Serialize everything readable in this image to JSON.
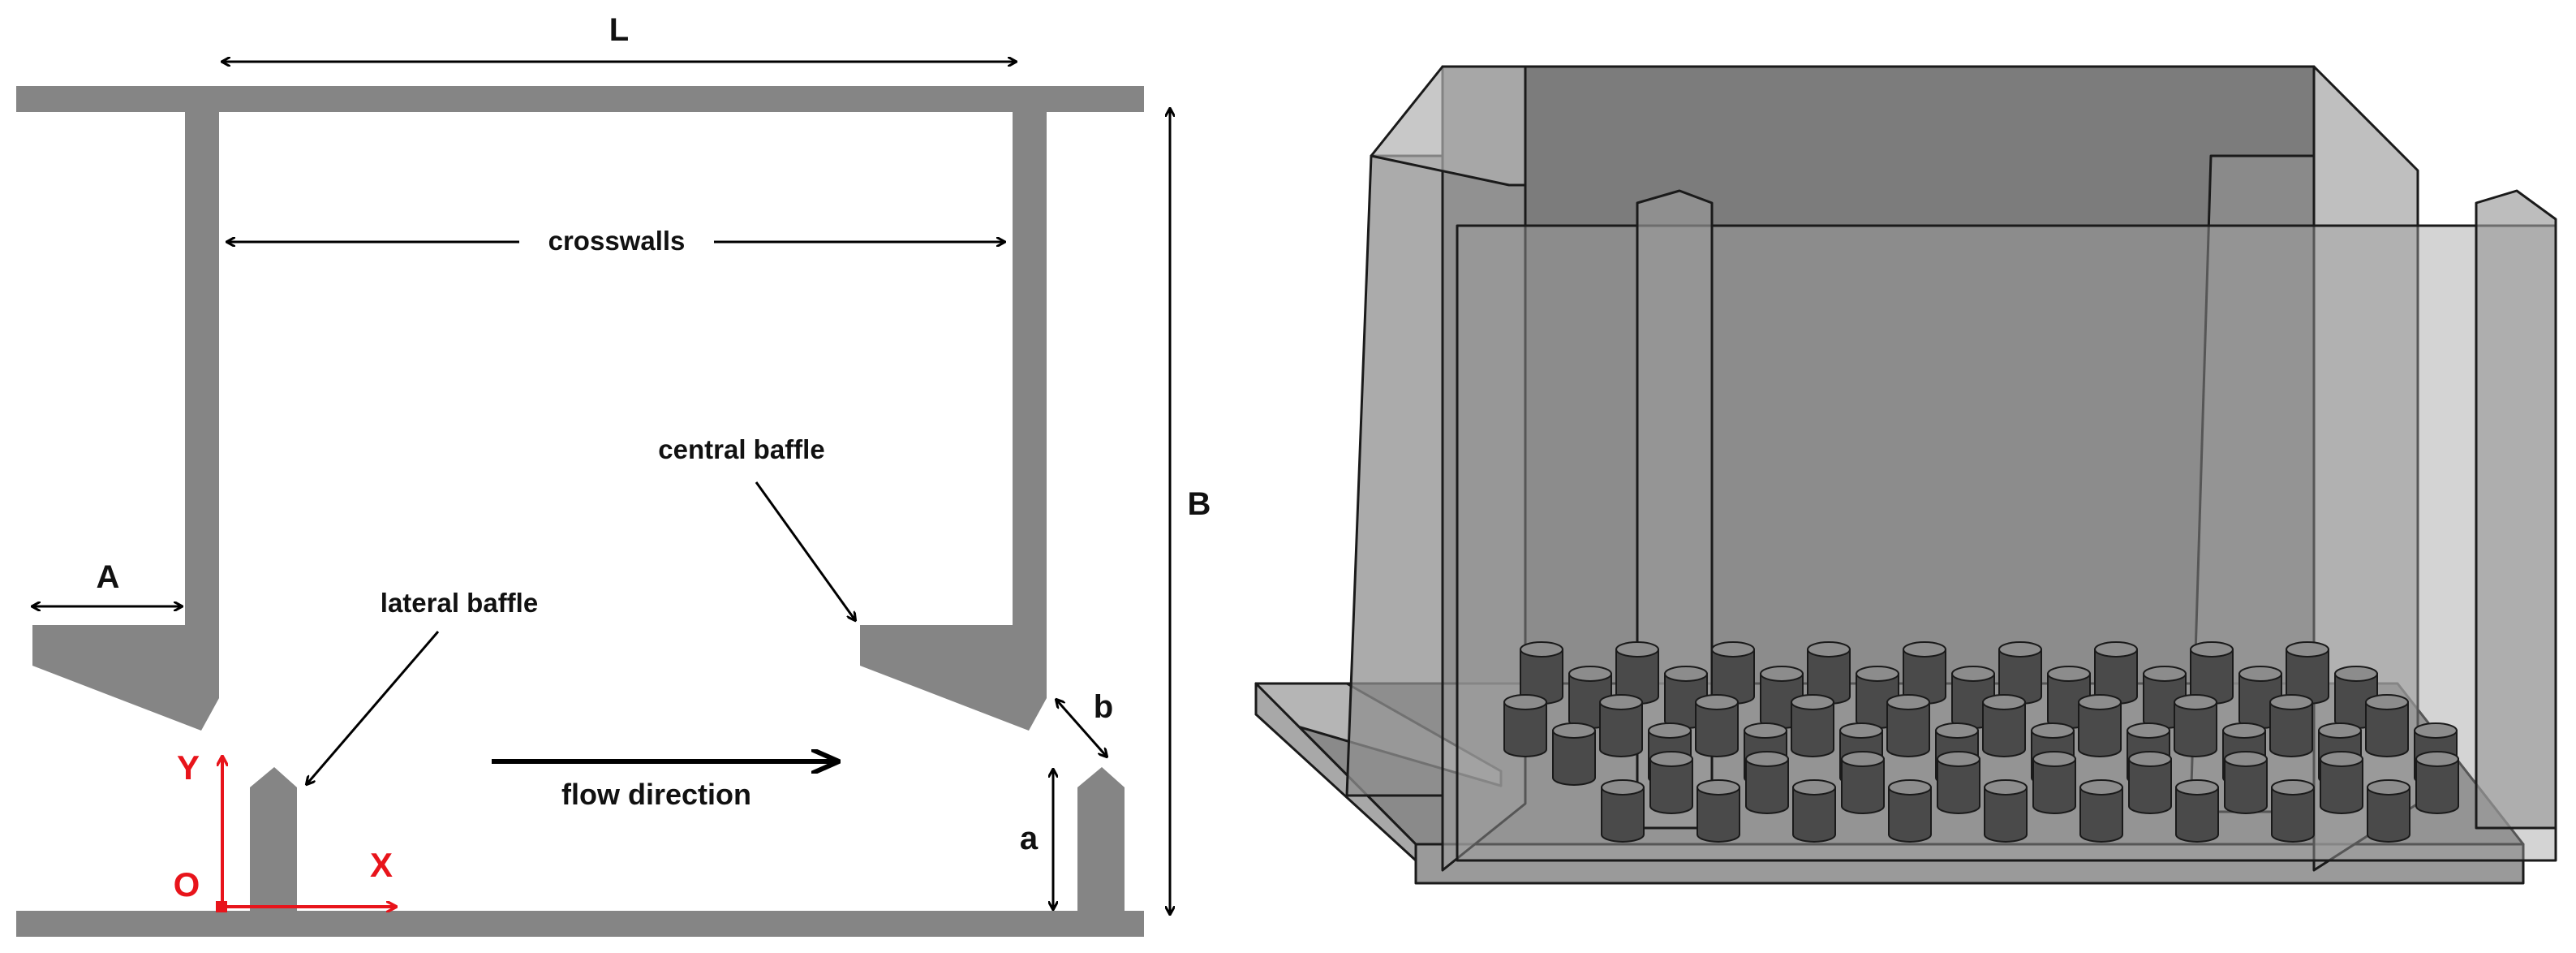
{
  "left_panel": {
    "dimension_labels": {
      "L": "L",
      "B": "B",
      "A": "A",
      "a": "a",
      "b": "b"
    },
    "annotations": {
      "crosswalls": "crosswalls",
      "central_baffle": "central baffle",
      "lateral_baffle": "lateral baffle",
      "flow_direction": "flow direction"
    },
    "axes": {
      "origin": "O",
      "x": "X",
      "y": "Y"
    }
  },
  "colors": {
    "wall_gray": "#858585",
    "axis_red": "#e8141b",
    "arrow_black": "#000000"
  }
}
